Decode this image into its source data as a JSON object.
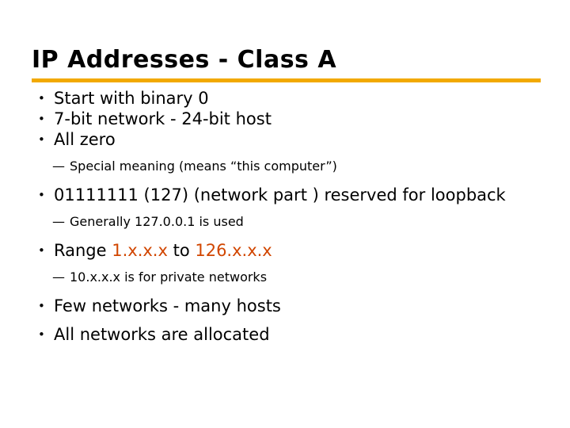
{
  "slide": {
    "title": "IP Addresses - Class A",
    "accent_color": "#f2a900",
    "highlight_color": "#d14600",
    "bullet_glyph": "•",
    "dash_glyph": "—",
    "bullets": [
      {
        "level": 1,
        "text": "Start with binary 0"
      },
      {
        "level": 1,
        "text": "7-bit network - 24-bit host"
      },
      {
        "level": 1,
        "text": "All zero"
      },
      {
        "level": 2,
        "text": "Special meaning (means “this computer”)"
      },
      {
        "level": 1,
        "text": "01111111 (127) (network part ) reserved for loopback"
      },
      {
        "level": 2,
        "text": "Generally 127.0.0.1 is used"
      },
      {
        "level": 1,
        "text_pre": "Range ",
        "highlight_1": "1.x.x.x",
        "text_mid": " to ",
        "highlight_2": "126.x.x.x"
      },
      {
        "level": 2,
        "text": "10.x.x.x is for private networks"
      },
      {
        "level": 1,
        "text": "Few networks - many hosts"
      },
      {
        "level": 1,
        "text": "All networks are allocated"
      }
    ]
  }
}
